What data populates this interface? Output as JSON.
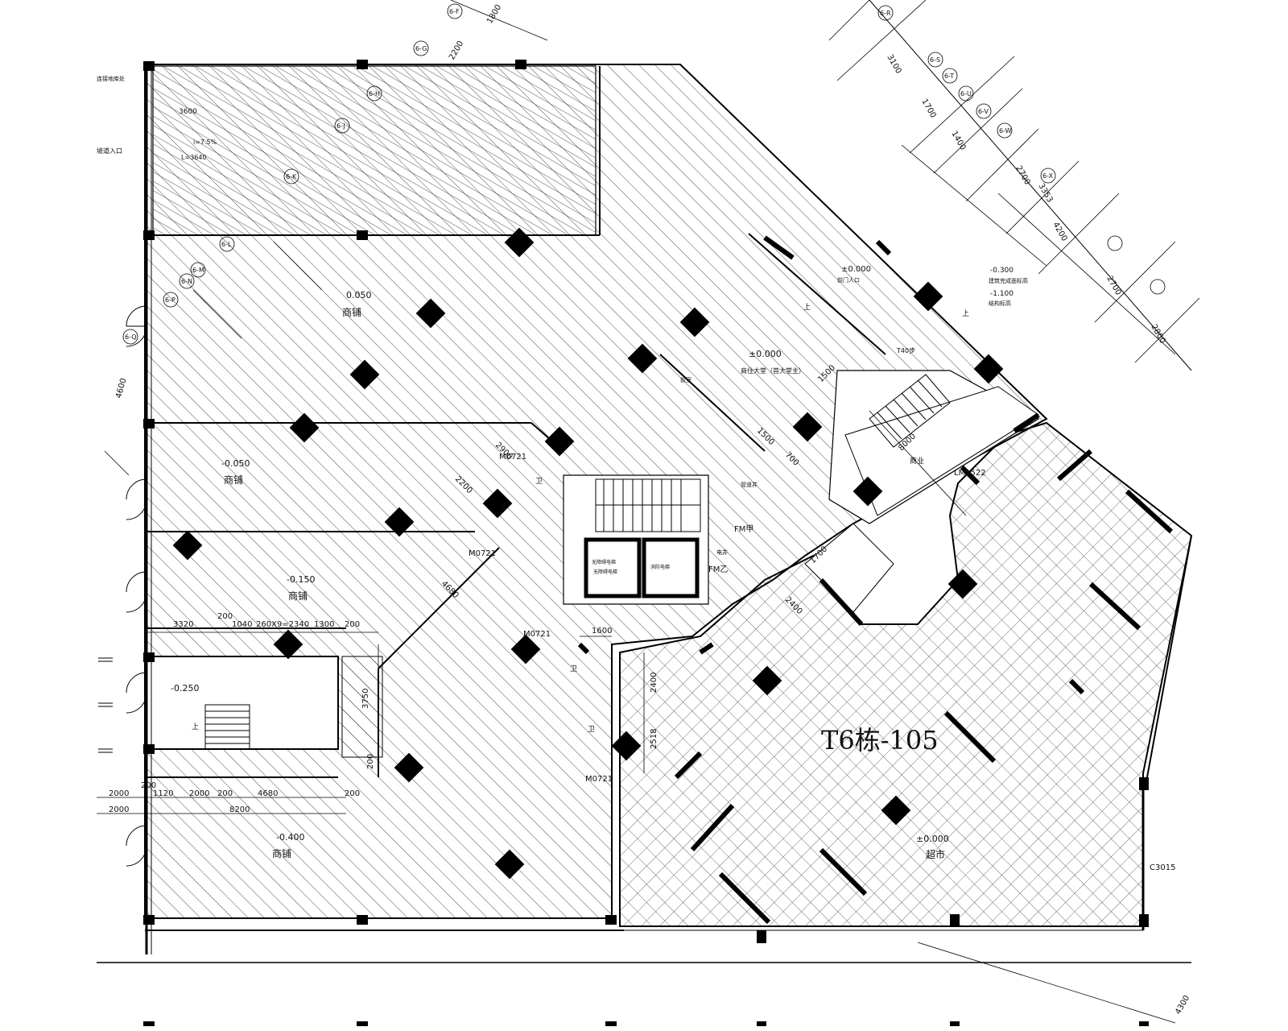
{
  "drawing": {
    "unit_label": "T6栋-105",
    "rooms": [
      {
        "id": "shop1",
        "elev": "0.050",
        "name": "商铺"
      },
      {
        "id": "shop2",
        "elev": "-0.050",
        "name": "商铺"
      },
      {
        "id": "shop3",
        "elev": "-0.150",
        "name": "商铺"
      },
      {
        "id": "shop4",
        "elev": "-0.400",
        "name": "商铺"
      },
      {
        "id": "stairroom",
        "elev": "-0.250",
        "name": ""
      },
      {
        "id": "lobby",
        "elev": "±0.000",
        "name": "商住大堂（首大堂主）"
      },
      {
        "id": "market",
        "elev": "±0.000",
        "name": "超市"
      },
      {
        "id": "entrance",
        "elev": "±0.000",
        "name": "前门人口"
      }
    ],
    "legend": [
      {
        "mark": "-0.300",
        "text": "建筑完成面标高"
      },
      {
        "mark": "-1.100",
        "text": "结构标高"
      }
    ],
    "ramp": {
      "slope": "i=7.5%",
      "length": "L=3640",
      "dim": "3600",
      "label": "坡道入口",
      "tag": "连接地库处"
    },
    "doors": [
      "M0721",
      "M0721",
      "M0721",
      "M0721",
      "LM1522",
      "FM乙",
      "FM甲",
      "C3015"
    ],
    "small_labels": [
      "卫",
      "卫",
      "卫",
      "卫",
      "上",
      "上",
      "上",
      "电井",
      "管道井",
      "商业",
      "T40步",
      "前室",
      "无障碍电梯",
      "无障碍电梯",
      "消防电梯"
    ],
    "dims_left": [
      "3320",
      "200",
      "1040",
      "260X9=2340",
      "1300",
      "200",
      "2000",
      "1120",
      "2000",
      "200",
      "4680",
      "200",
      "2000",
      "8200",
      "200",
      "3750",
      "200",
      "4600"
    ],
    "dims_mid": [
      "2900",
      "2200",
      "1500",
      "700",
      "1600",
      "2400",
      "2518",
      "2400",
      "1500",
      "1700",
      "8000",
      "4680"
    ],
    "axis_labels": [
      "6-F",
      "6-G",
      "6-H",
      "6-J",
      "6-K",
      "6-L",
      "6-M",
      "6-N",
      "6-P",
      "6-Q",
      "6-R",
      "6-S",
      "6-T",
      "6-U",
      "6-V",
      "6-W",
      "6-X"
    ],
    "axis_dims": [
      "1800",
      "2200",
      "3100",
      "1700",
      "1400",
      "2700",
      "4200",
      "2700",
      "2800",
      "3353",
      "4300"
    ]
  }
}
